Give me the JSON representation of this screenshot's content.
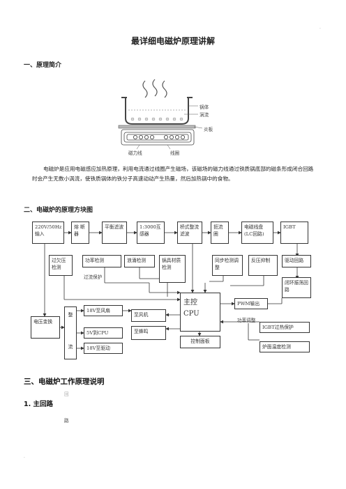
{
  "page": {
    "corner_mark_top": ".",
    "corner_mark_bottom": "."
  },
  "title": "最详细电磁炉原理讲解",
  "section1": {
    "heading": "一、原理简介",
    "figure_labels": {
      "pot_body": "锅体",
      "eddy_current": "涡流",
      "plate": "炎板",
      "magnetic_line": "磁力线",
      "coil": "线圈"
    },
    "paragraph": "电磁炉是应用电磁感应加热原理，利用电流通过线圈产生磁场，该磁场的磁力线通过铁质锅底部的磁条形成闭合回路时会产生无数小涡流，使铁质锅体的铁分子高速动动产生热量，然后加热锅中的食物。"
  },
  "section2": {
    "heading": "二、电磁炉的原理方块图",
    "blocks": {
      "input": "220V/50Hz输入",
      "fuse": "熔 断器",
      "balance_filter": "平衡滤波",
      "transformer": "1:3000互感器",
      "bridge": "桥式整流滤波",
      "choke": "扼流圈",
      "coil_lc": "电磁线盘(LC回路)",
      "igbt": "IGBT",
      "over_under_voltage": "过欠压检测",
      "power_detect": "功率检测",
      "surge_detect": "浪涌检测",
      "pot_detect": "锅具材质检测",
      "sync_adjust": "同步检测调整",
      "back_pressure": "反压抑制",
      "drive_loop": "驱动回路",
      "overcurrent": "过流保护",
      "closed_loop": "闭环振荡回路",
      "cpu_line1": "主控",
      "cpu_line2": "CPU",
      "pwm_out": "PWM输出",
      "power_adjust": "功率调整",
      "igbt_overheat": "IGBT过热保护",
      "surface_temp": "炉面温度检测",
      "voltage_convert": "电压变换",
      "rectify_top": "整",
      "rectify_bottom": "流",
      "v18_fan": "18V至风扇",
      "v5_cpu": "5V到CPU",
      "v18_drive": "18V至驱动",
      "to_fan": "至风机",
      "to_buzzer": "至蜂鸣",
      "control_panel": "控制面板"
    }
  },
  "section3": {
    "heading": "三、电磁炉工作原理说明",
    "stray_mark": "回",
    "sub1": "1. 主回路",
    "sub1_text": "路"
  }
}
